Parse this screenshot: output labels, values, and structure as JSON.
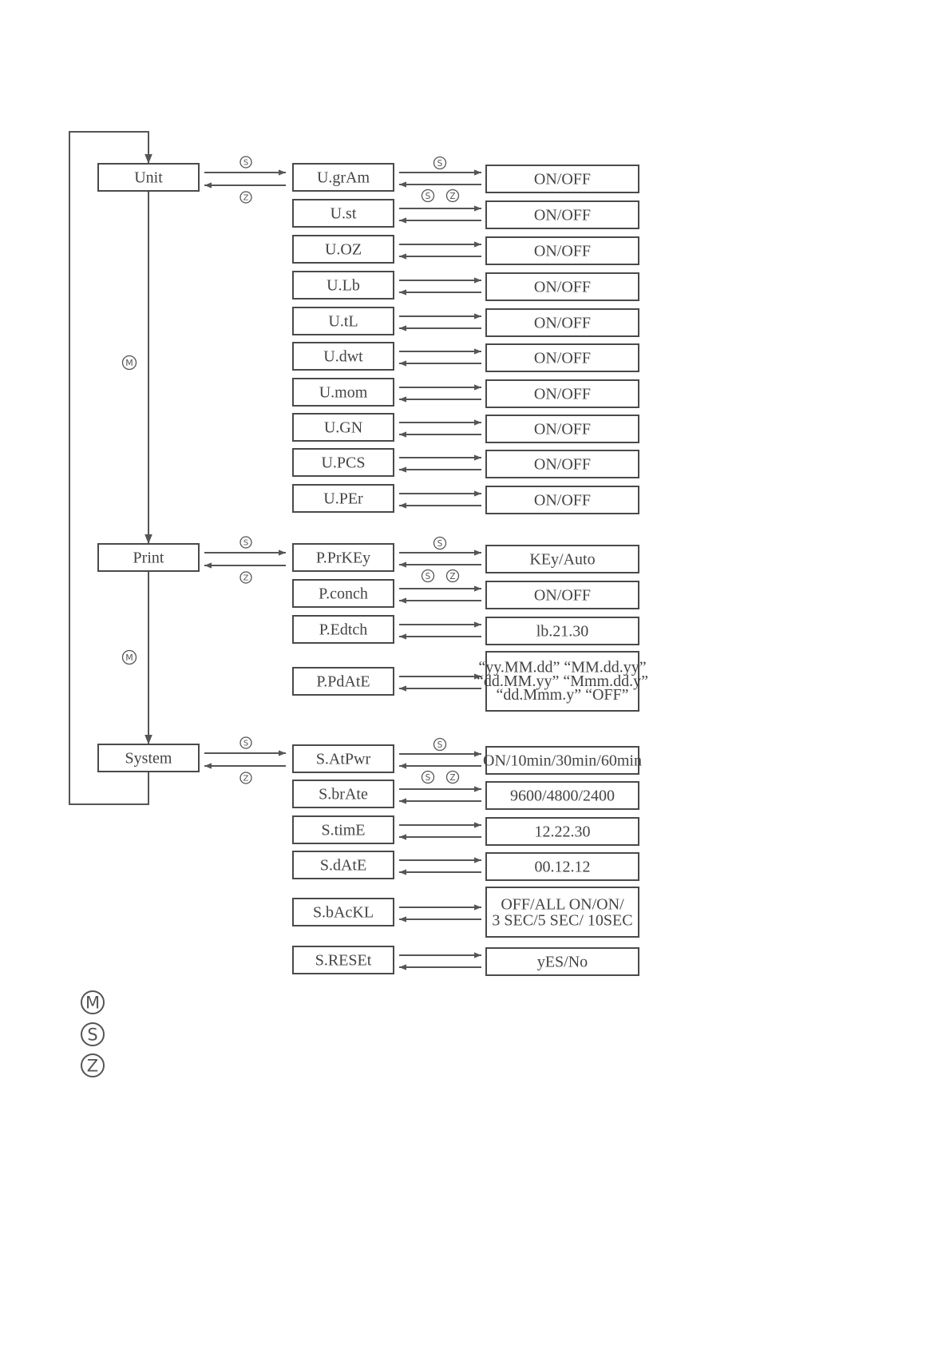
{
  "symbols": {
    "M": "M",
    "S": "S",
    "Z": "Z"
  },
  "menus": [
    {
      "name": "Unit",
      "items": [
        {
          "name": "U.grAm",
          "value": [
            "ON/OFF"
          ]
        },
        {
          "name": "U.st",
          "value": [
            "ON/OFF"
          ]
        },
        {
          "name": "U.OZ",
          "value": [
            "ON/OFF"
          ]
        },
        {
          "name": "U.Lb",
          "value": [
            "ON/OFF"
          ]
        },
        {
          "name": "U.tL",
          "value": [
            "ON/OFF"
          ]
        },
        {
          "name": "U.dwt",
          "value": [
            "ON/OFF"
          ]
        },
        {
          "name": "U.mom",
          "value": [
            "ON/OFF"
          ]
        },
        {
          "name": "U.GN",
          "value": [
            "ON/OFF"
          ]
        },
        {
          "name": "U.PCS",
          "value": [
            "ON/OFF"
          ]
        },
        {
          "name": "U.PEr",
          "value": [
            "ON/OFF"
          ]
        }
      ]
    },
    {
      "name": "Print",
      "items": [
        {
          "name": "P.PrKEy",
          "value": [
            "KEy/Auto"
          ]
        },
        {
          "name": "P.conch",
          "value": [
            "ON/OFF"
          ]
        },
        {
          "name": "P.Edtch",
          "value": [
            "lb.21.30"
          ]
        },
        {
          "name": "P.PdAtE",
          "value": [
            "“yy.MM.dd” “MM.dd.yy”",
            "“dd.MM.yy” “Mmm.dd.y”",
            "“dd.Mmm.y” “OFF”"
          ]
        }
      ]
    },
    {
      "name": "System",
      "items": [
        {
          "name": "S.AtPwr",
          "value": [
            "ON/10min/30min/60min"
          ]
        },
        {
          "name": "S.brAte",
          "value": [
            "9600/4800/2400"
          ]
        },
        {
          "name": "S.timE",
          "value": [
            "12.22.30"
          ]
        },
        {
          "name": "S.dAtE",
          "value": [
            "00.12.12"
          ]
        },
        {
          "name": "S.bAcKL",
          "value": [
            "OFF/ALL ON/ON/",
            "3 SEC/5 SEC/ 10SEC"
          ]
        },
        {
          "name": "S.RESEt",
          "value": [
            "yES/No"
          ]
        }
      ]
    }
  ]
}
